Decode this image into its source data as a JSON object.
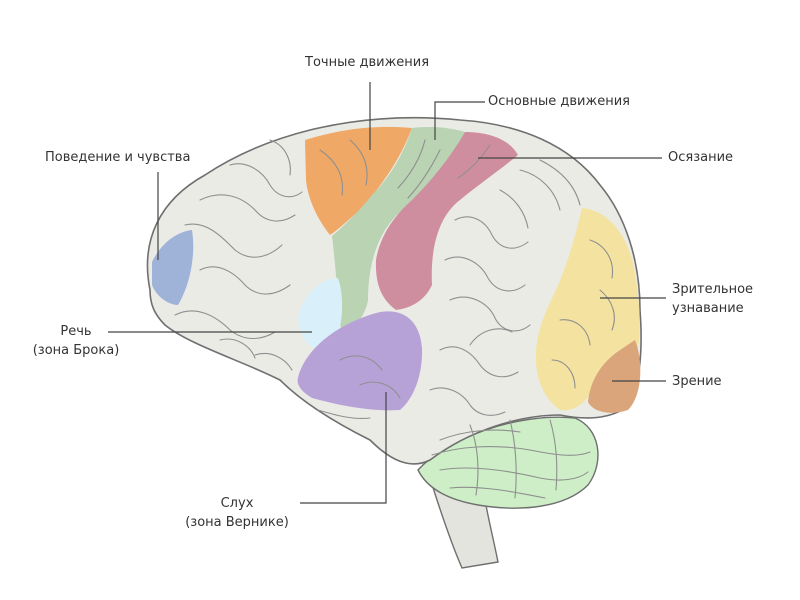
{
  "labels": {
    "fine_movements": "Точные движения",
    "basic_movements": "Основные движения",
    "touch": "Осязание",
    "behavior_feelings": "Поведение и чувства",
    "speech_line1": "Речь",
    "speech_line2": "(зона Брока)",
    "visual_recognition_line1": "Зрительное",
    "visual_recognition_line2": "узнавание",
    "vision": "Зрение",
    "hearing_line1": "Слух",
    "hearing_line2": "(зона Вернике)"
  },
  "colors": {
    "brain_base": "#ebebe6",
    "outline": "#6f6f6f",
    "fine_movements": "#f0a866",
    "basic_movements": "#b9d3b3",
    "touch": "#cf8e9f",
    "behavior_feelings": "#9fb2d8",
    "speech": "#d9f0fa",
    "hearing": "#b7a2d8",
    "visual_recognition": "#f4e3a0",
    "vision": "#dba57c",
    "cerebellum": "#cdeec6",
    "brainstem": "#e4e4df"
  }
}
